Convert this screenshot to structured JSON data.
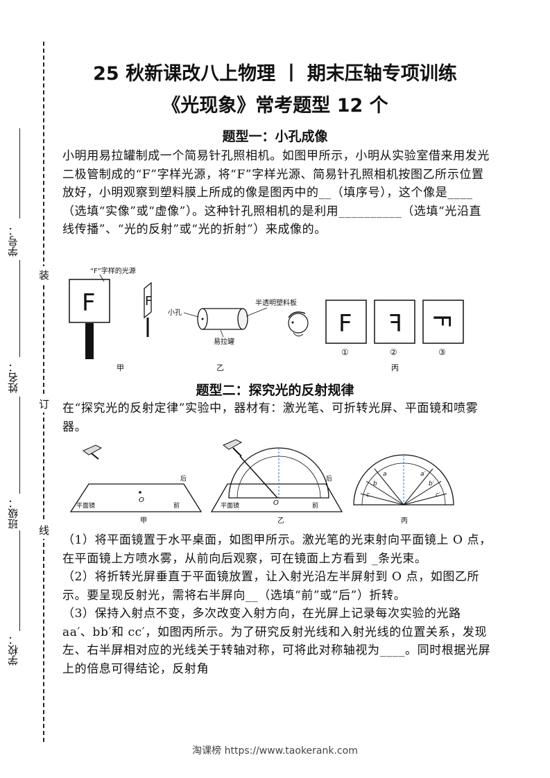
{
  "header": {
    "title_line1": "25 秋新课改八上物理 丨 期末压轴专项训练",
    "title_line2": "《光现象》常考题型 12 个"
  },
  "margin": {
    "labels": [
      "学号：",
      "姓名：",
      "班级：",
      "学校："
    ],
    "binding_chars": [
      "装",
      "订",
      "线"
    ]
  },
  "section1": {
    "heading": "题型一：小孔成像",
    "text": "小明用易拉罐制成一个简易针孔照相机。如图甲所示，小明从实验室借来用发光二极管制成的“F”字样光源，将“F”字样光源、简易针孔照相机按图乙所示位置放好，小明观察到塑料膜上所成的像是图丙中的__（填序号），这个像是____（选填“实像”或“虚像”）。这种针孔照相机的是利用__________（选填“光沿直线传播”、“光的反射”或“光的折射”）来成像的。",
    "figure": {
      "source_label": "“F”字样的光源",
      "F": "F",
      "hole_label": "小孔",
      "film_label": "半透明塑料板",
      "can_label": "易拉罐",
      "fig_a": "甲",
      "fig_b": "乙",
      "fig_c": "丙",
      "n1": "①",
      "n2": "②",
      "n3": "③"
    }
  },
  "section2": {
    "heading": "题型二：探究光的反射规律",
    "intro": "在“探究光的反射定律”实验中，器材有：激光笔、可折转光屏、平面镜和喷雾器。",
    "q1": "（1）将平面镜置于水平桌面，如图甲所示。激光笔的光束射向平面镜上 O 点，在平面镜上方喷水雾，从前向后观察，可在镜面上方看到 _条光束。",
    "q2": "（2）将折转光屏垂直于平面镜放置，让入射光沿左半屏射到 O 点，如图乙所示。要呈现反射光，需将右半屏向__（选填“前”或“后”）折转。",
    "q3": "（3）保持入射点不变，多次改变入射方向，在光屏上记录每次实验的光路 aa′、bb′和 cc′，如图丙所示。为了研究反射光线和入射光线的位置关系，发现左、右半屏相对应的光线关于转轴对称，可将此对称轴视为____。同时根据光屏上的倍息可得结论，反射角",
    "figure": {
      "mirror": "平面镜",
      "back": "后",
      "front": "前",
      "O": "O",
      "fig_a": "甲",
      "fig_b": "乙",
      "fig_c": "丙",
      "a": "a",
      "b": "b",
      "c": "c",
      "a2": "a′",
      "b2": "b′",
      "c2": "c′"
    }
  },
  "footer": {
    "text": "淘课榜 https://www.taokerank.com"
  }
}
